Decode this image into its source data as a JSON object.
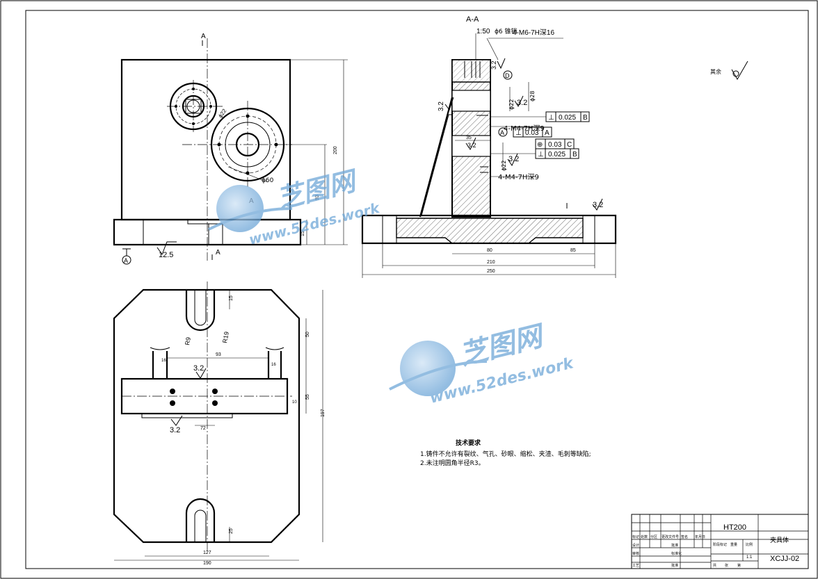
{
  "section_label": "A-A",
  "cut_mark": "A",
  "dims": {
    "scale_top": "1:50",
    "hole_top_left": "ϕ6 锥销",
    "hole_top_right": "4-M6-7H深16",
    "thread_1": "4-M4-7H深9",
    "thread_2": "4-M4-7H深9",
    "dia_60": "ϕ60",
    "dia_28": "ϕ28",
    "dia_22a": "ϕ22",
    "dia_22b": "ϕ22",
    "r9": "R9",
    "r19": "R19",
    "d210": "210",
    "d250": "250",
    "d80": "80",
    "d85": "85",
    "d35": "35",
    "d197": "197",
    "d190": "190",
    "d127": "127",
    "d200": "200",
    "d15": "15",
    "d93": "93",
    "d55": "55",
    "d50": "50",
    "d25": "25",
    "d72": "72",
    "d16": "16",
    "d10": "10"
  },
  "roughness": {
    "r1": "3.2",
    "r2": "3.2",
    "r3": "3.2",
    "r4": "3.2",
    "r5": "3.2",
    "r6": "3.2",
    "r7": "3.2",
    "r8": "3.2",
    "r9": "12.5",
    "other": "其余"
  },
  "tolerances": [
    {
      "sym": "⊥",
      "val": "0.025",
      "ref": "B"
    },
    {
      "sym": "⊥",
      "val": "0.03",
      "ref": "A"
    },
    {
      "sym": "⊕",
      "val": "0.03",
      "ref": "C"
    },
    {
      "sym": "⊥",
      "val": "0.025",
      "ref": "B"
    }
  ],
  "datums": {
    "a": "A",
    "b": "B",
    "c": "C",
    "d": "D"
  },
  "tech": {
    "title": "技术要求",
    "line1": "1.铸件不允许有裂纹、气孔、砂眼、缩松、夹渣、毛刺等缺陷;",
    "line2": "2.未注明圆角半径R3。"
  },
  "title_block": {
    "material": "HT200",
    "name": "夹具体",
    "code": "XCJJ-02",
    "scale": "1:1",
    "labels": [
      "标记",
      "处数",
      "分区",
      "更改文件号",
      "签名",
      "年月日",
      "设计",
      "审核",
      "工艺",
      "标准化",
      "批准",
      "阶段标记",
      "重量",
      "比例",
      "共",
      "张",
      "第"
    ]
  },
  "watermark": {
    "brand": "芝图网",
    "url": "www.52des.work"
  }
}
